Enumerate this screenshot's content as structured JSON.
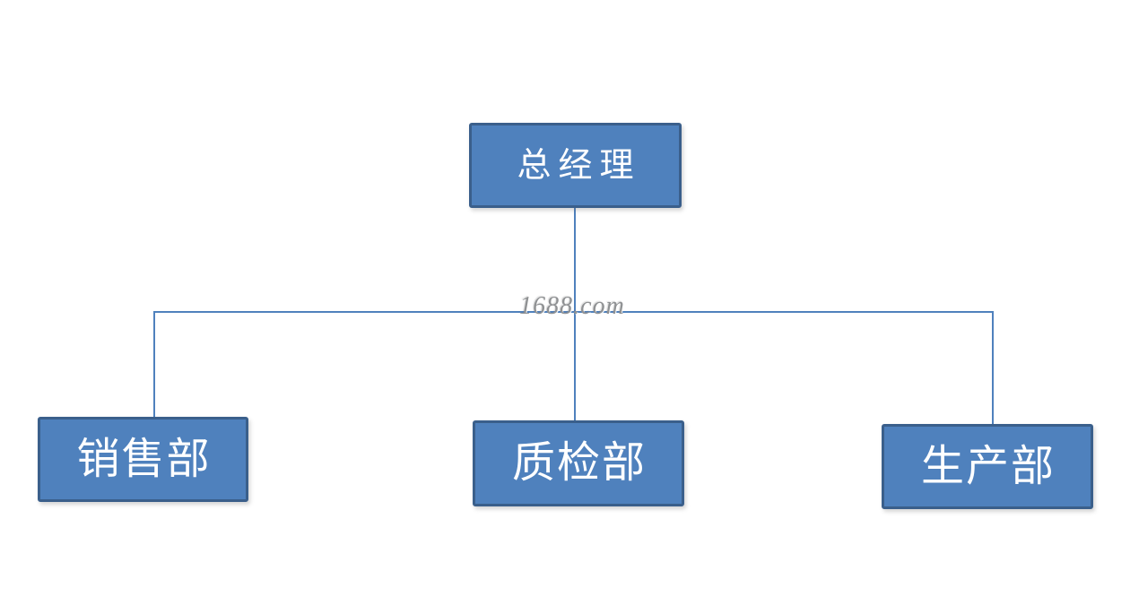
{
  "diagram": {
    "type": "org-chart",
    "title": "",
    "watermark": "1688.com",
    "nodes": [
      {
        "id": "general-manager",
        "label": "总经理",
        "level": 1
      },
      {
        "id": "sales-dept",
        "label": "销售部",
        "level": 2,
        "parent": "general-manager"
      },
      {
        "id": "qc-dept",
        "label": "质检部",
        "level": 2,
        "parent": "general-manager"
      },
      {
        "id": "production-dept",
        "label": "生产部",
        "level": 2,
        "parent": "general-manager"
      }
    ],
    "edges": [
      {
        "from": "general-manager",
        "to": "sales-dept"
      },
      {
        "from": "general-manager",
        "to": "qc-dept"
      },
      {
        "from": "general-manager",
        "to": "production-dept"
      }
    ],
    "colors": {
      "node_fill": "#4F81BD",
      "node_border": "#3A5F8B",
      "node_text": "#FFFFFF",
      "connector": "#4F81BD",
      "watermark_text": "#8F9193",
      "background": "#FFFFFF"
    }
  }
}
